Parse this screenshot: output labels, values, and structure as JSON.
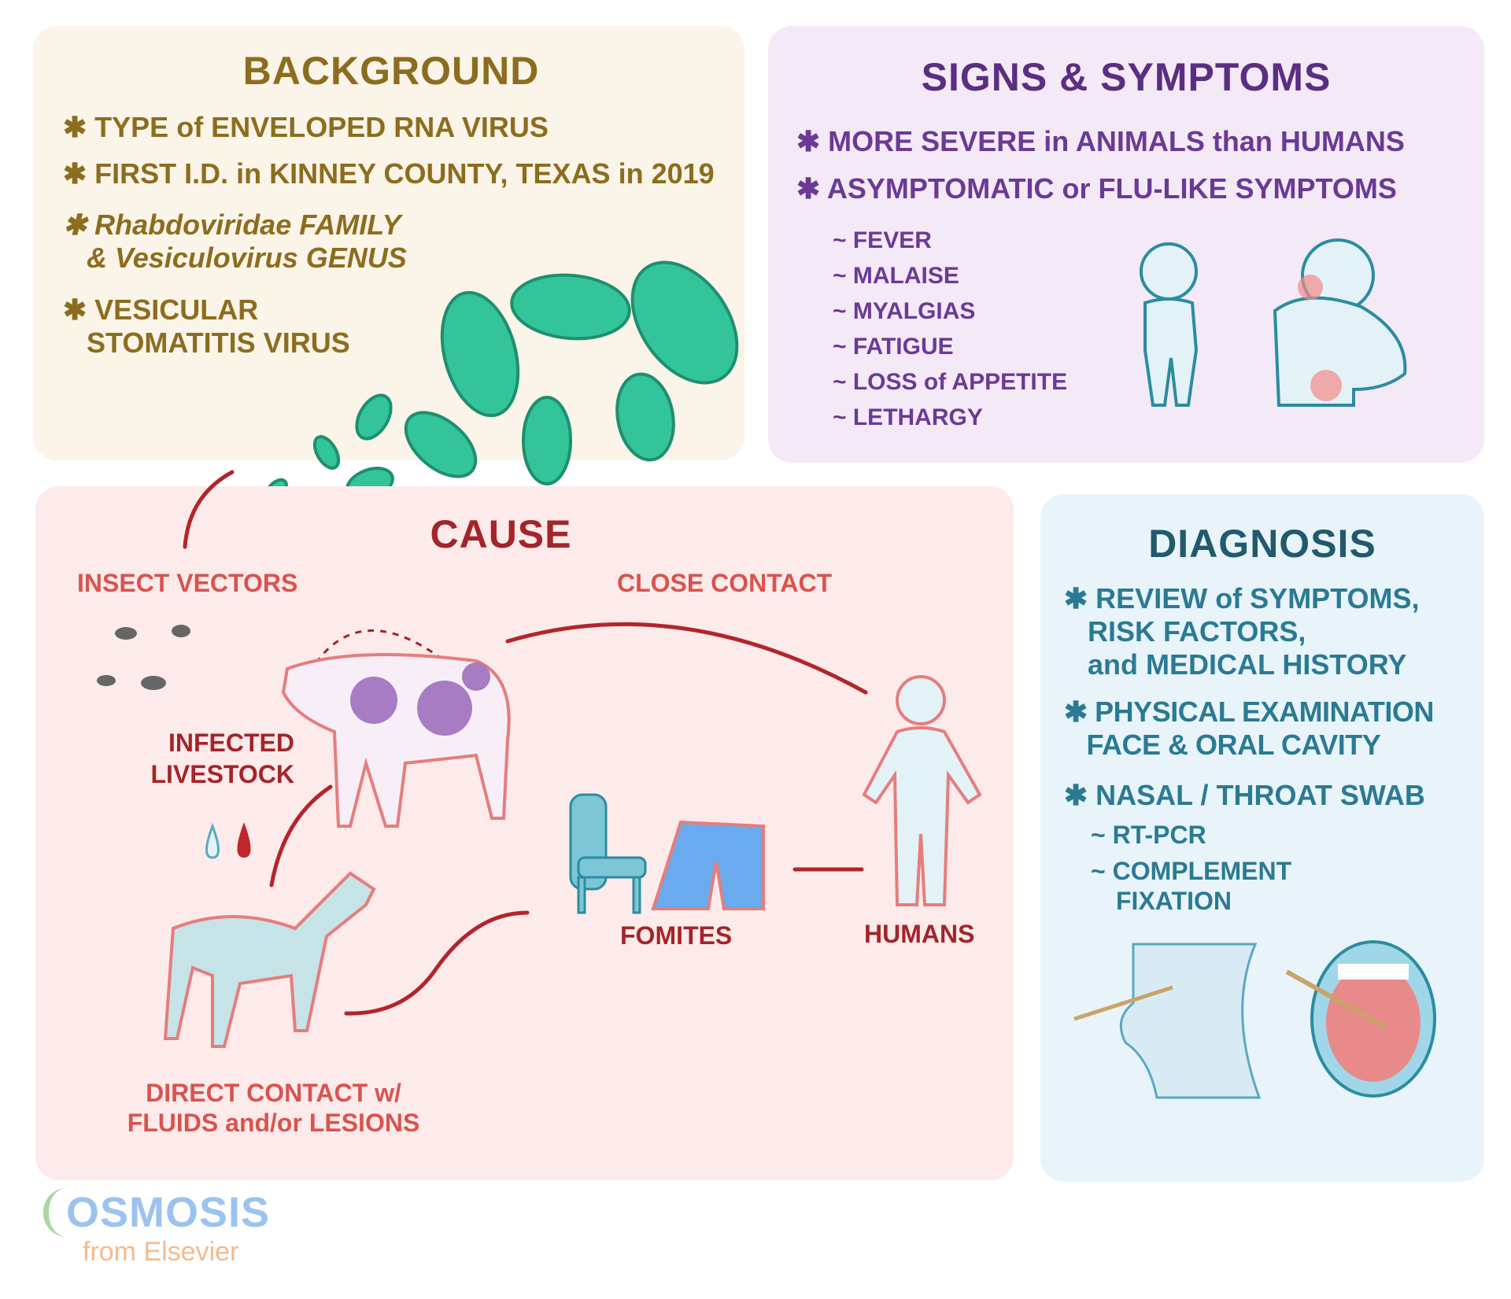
{
  "background": {
    "title": "BACKGROUND",
    "bullets": [
      "TYPE of ENVELOPED RNA VIRUS",
      "FIRST I.D. in KINNEY COUNTY, TEXAS in 2019",
      "Rhabdoviridae FAMILY",
      "& Vesiculovirus GENUS",
      "VESICULAR",
      "STOMATITIS VIRUS"
    ],
    "color": "#8c6d1f"
  },
  "signs": {
    "title": "SIGNS & SYMPTOMS",
    "bullets": [
      "MORE SEVERE in ANIMALS than HUMANS",
      "ASYMPTOMATIC or FLU-LIKE SYMPTOMS"
    ],
    "symptoms": [
      "~ FEVER",
      "~ MALAISE",
      "~ MYALGIAS",
      "~ FATIGUE",
      "~ LOSS of APPETITE",
      "~ LETHARGY"
    ],
    "color": "#6a3a96"
  },
  "cause": {
    "title": "CAUSE",
    "labels": {
      "insect_vectors": "INSECT VECTORS",
      "close_contact": "CLOSE CONTACT",
      "infected_livestock_1": "INFECTED",
      "infected_livestock_2": "LIVESTOCK",
      "fomites": "FOMITES",
      "humans": "HUMANS",
      "direct_contact_1": "DIRECT CONTACT w/",
      "direct_contact_2": "FLUIDS and/or LESIONS"
    },
    "color": "#a3242a"
  },
  "diagnosis": {
    "title": "DIAGNOSIS",
    "bullets": [
      "REVIEW of SYMPTOMS,",
      "RISK FACTORS,",
      "and MEDICAL HISTORY",
      "PHYSICAL EXAMINATION",
      "FACE & ORAL CAVITY",
      "NASAL / THROAT SWAB"
    ],
    "tests": [
      "~ RT-PCR",
      "~ COMPLEMENT",
      "FIXATION"
    ],
    "color": "#2b7a93"
  },
  "logo": {
    "name": "OSMOSIS",
    "tagline": "from Elsevier"
  }
}
